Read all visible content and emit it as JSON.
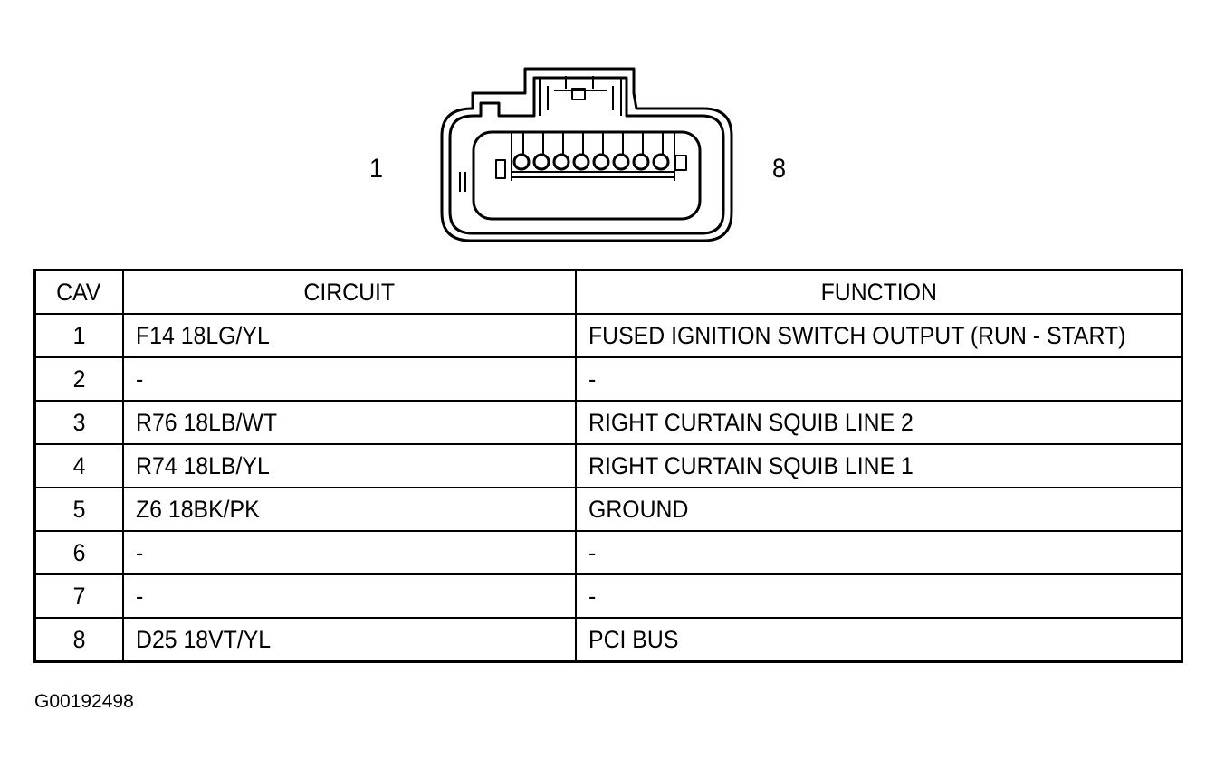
{
  "connector": {
    "pin_first_label": "1",
    "pin_last_label": "8",
    "cavity_count": 8
  },
  "table": {
    "headers": {
      "cav": "CAV",
      "circuit": "CIRCUIT",
      "function": "FUNCTION"
    },
    "rows": [
      {
        "cav": "1",
        "circuit": "F14 18LG/YL",
        "function": "FUSED IGNITION SWITCH OUTPUT (RUN - START)"
      },
      {
        "cav": "2",
        "circuit": "-",
        "function": "-"
      },
      {
        "cav": "3",
        "circuit": "R76 18LB/WT",
        "function": "RIGHT CURTAIN SQUIB LINE 2"
      },
      {
        "cav": "4",
        "circuit": "R74 18LB/YL",
        "function": "RIGHT CURTAIN SQUIB LINE 1"
      },
      {
        "cav": "5",
        "circuit": "Z6 18BK/PK",
        "function": "GROUND"
      },
      {
        "cav": "6",
        "circuit": "-",
        "function": "-"
      },
      {
        "cav": "7",
        "circuit": "-",
        "function": "-"
      },
      {
        "cav": "8",
        "circuit": "D25 18VT/YL",
        "function": "PCI BUS"
      }
    ]
  },
  "figure_id": "G00192498"
}
